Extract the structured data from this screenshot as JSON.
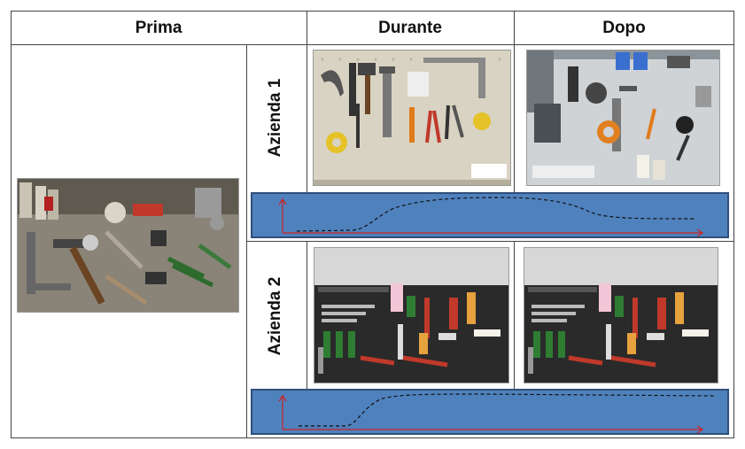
{
  "table": {
    "headers": {
      "prima": "Prima",
      "durante": "Durante",
      "dopo": "Dopo"
    },
    "rows": [
      {
        "label": "Azienda 1"
      },
      {
        "label": "Azienda 2"
      }
    ]
  },
  "colors": {
    "band_fill": "#4f81bd",
    "band_border": "#2f4f7a",
    "axis": "#cc2222",
    "curve": "#111111"
  },
  "photos": {
    "prima": "workbench-with-scattered-tools",
    "azienda1_durante": "pegboard-with-tools-partially-organized",
    "azienda1_dopo": "pegboard-with-tools-organized",
    "azienda2_durante": "foam-tool-tray-organized",
    "azienda2_dopo": "foam-tool-tray-organized"
  }
}
